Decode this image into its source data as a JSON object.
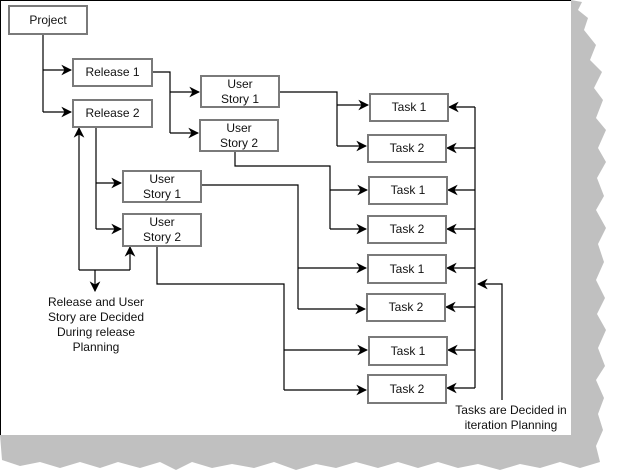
{
  "diagram": {
    "nodes": {
      "project": "Project",
      "release1": "Release 1",
      "release2": "Release 2",
      "r1_story1": "User\nStory 1",
      "r1_story2": "User\nStory 2",
      "r2_story1": "User\nStory 1",
      "r2_story2": "User\nStory 2",
      "tasks": [
        "Task 1",
        "Task 2",
        "Task 1",
        "Task 2",
        "Task 1",
        "Task 2",
        "Task 1",
        "Task 2"
      ]
    },
    "annotations": {
      "release_planning": "Release and User Story are Decided During release Planning",
      "iteration_planning": "Tasks are Decided in iteration Planning"
    },
    "edges": [
      [
        "Project",
        "Release 1"
      ],
      [
        "Project",
        "Release 2"
      ],
      [
        "Release 1",
        "User Story 1 (R1)"
      ],
      [
        "Release 1",
        "User Story 2 (R1)"
      ],
      [
        "Release 2",
        "User Story 1 (R2)"
      ],
      [
        "Release 2",
        "User Story 2 (R2)"
      ],
      [
        "User Story 1 (R1)",
        "Task 1"
      ],
      [
        "User Story 1 (R1)",
        "Task 2"
      ],
      [
        "User Story 2 (R1)",
        "Task 1"
      ],
      [
        "User Story 2 (R1)",
        "Task 2"
      ],
      [
        "User Story 1 (R2)",
        "Task 1"
      ],
      [
        "User Story 1 (R2)",
        "Task 2"
      ],
      [
        "User Story 2 (R2)",
        "Task 1"
      ],
      [
        "User Story 2 (R2)",
        "Task 2"
      ]
    ],
    "colors": {
      "line": "#000000",
      "box_border": "#7a7a7a",
      "shadow": "#c0c0c0"
    }
  }
}
